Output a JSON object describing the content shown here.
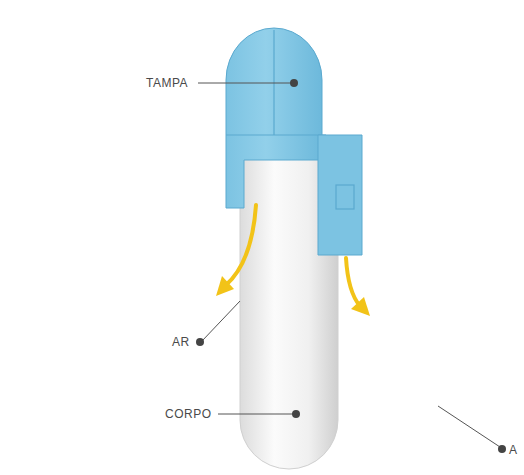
{
  "diagram": {
    "labels": [
      "TAMPA",
      "AR",
      "CORPO",
      "A"
    ]
  }
}
